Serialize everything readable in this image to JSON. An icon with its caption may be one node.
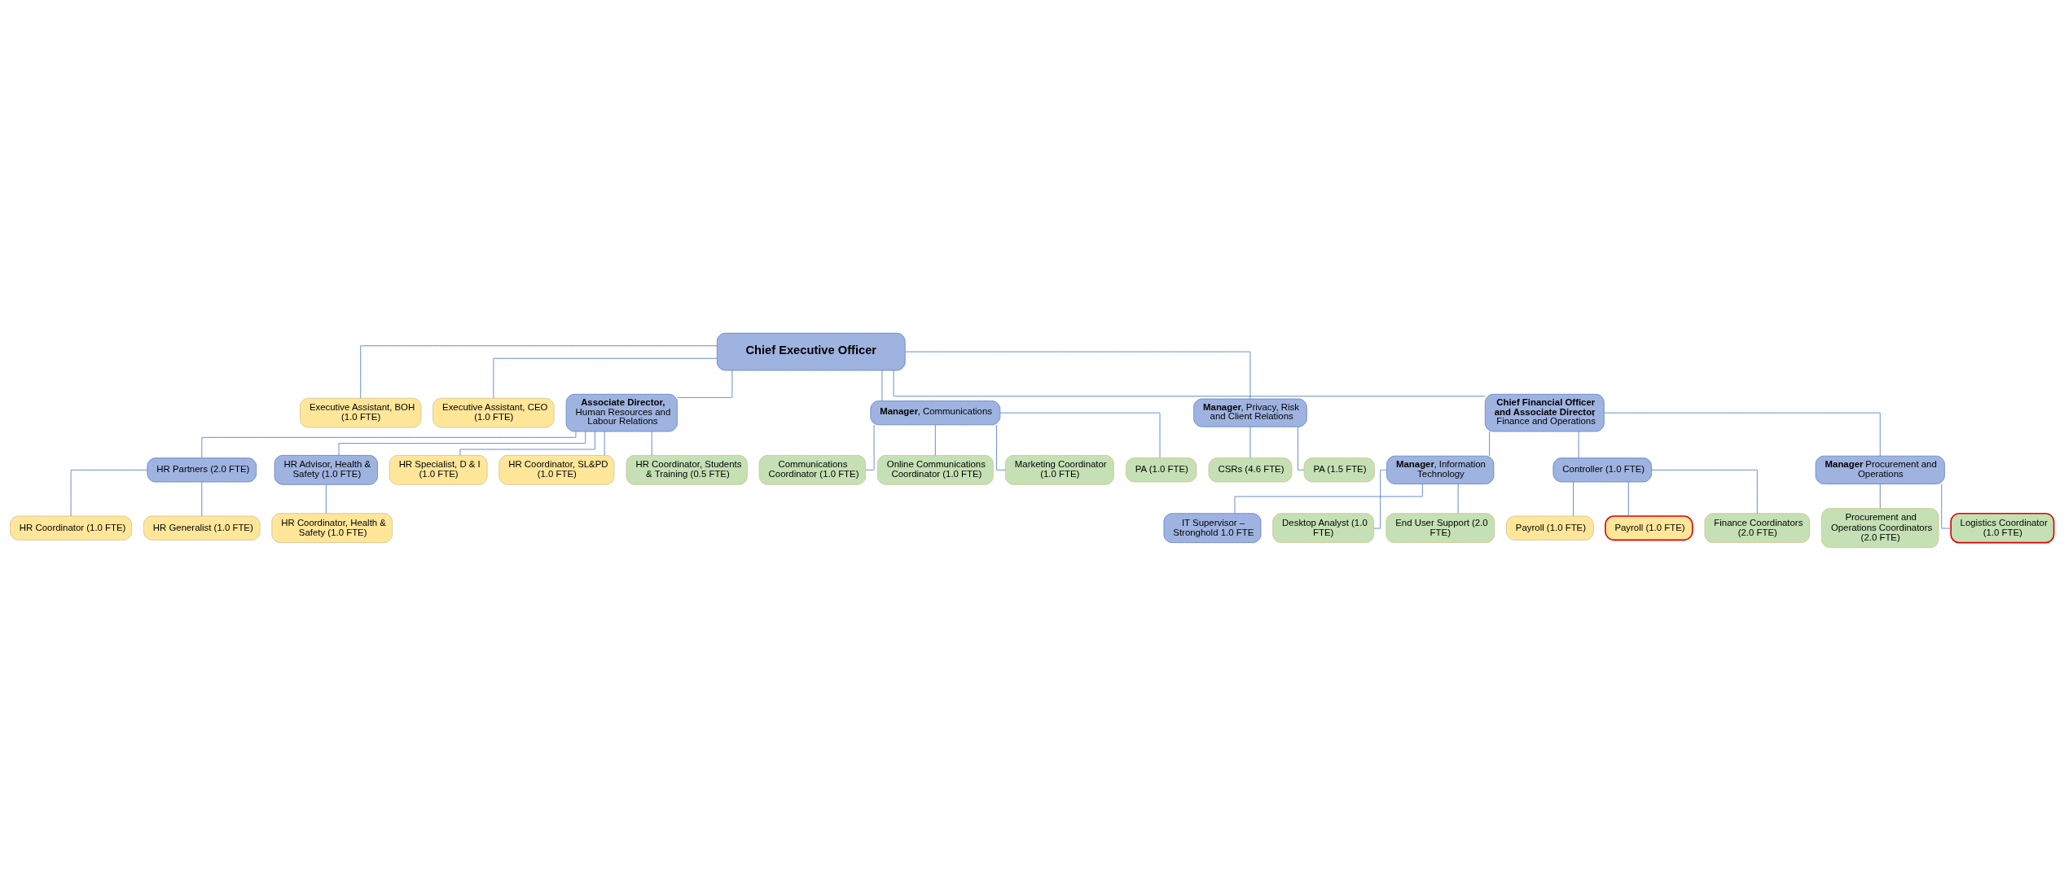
{
  "diagram": {
    "nodes": [
      {
        "text": [
          "Chief Executive Officer"
        ]
      },
      {
        "text": [
          "Executive Assistant, BOH (1.0 FTE)"
        ]
      },
      {
        "text": [
          "Executive Assistant, CEO (1.0 FTE)"
        ]
      },
      {
        "text": [
          "**Associate Director,** Human Resources and Labour Relations"
        ]
      },
      {
        "text": [
          "**Manager**, Communications"
        ]
      },
      {
        "text": [
          "**Manager**, Privacy, Risk and Client Relations"
        ]
      },
      {
        "text": [
          "**Chief Financial Officer and Associate Director**, Finance and Operations"
        ]
      },
      {
        "text": [
          "HR Partners (2.0 FTE)"
        ]
      },
      {
        "text": [
          "HR Advisor, Health & Safety (1.0 FTE)"
        ]
      },
      {
        "text": [
          "HR Coordinator (1.0 FTE)"
        ]
      },
      {
        "text": [
          "HR Generalist (1.0 FTE)"
        ]
      },
      {
        "text": [
          "HR Coordinator, Health & Safety (1.0 FTE)"
        ]
      },
      {
        "text": [
          "HR Specialist, D & I (1.0 FTE)"
        ]
      },
      {
        "text": [
          "HR Coordinator, SL&PD (1.0 FTE)"
        ]
      },
      {
        "text": [
          "HR Coordinator, Students & Training (0.5 FTE)"
        ]
      },
      {
        "text": [
          "Communications Coordinator (1.0 FTE)"
        ]
      },
      {
        "text": [
          "Online Communications Coordinator (1.0 FTE)"
        ]
      },
      {
        "text": [
          "Marketing Coordinator (1.0 FTE)"
        ]
      },
      {
        "text": [
          "PA (1.0 FTE)"
        ]
      },
      {
        "text": [
          "CSRs (4.6 FTE)"
        ]
      },
      {
        "text": [
          "PA (1.5 FTE)"
        ]
      },
      {
        "text": [
          "**Manager**, Information Technology"
        ]
      },
      {
        "text": [
          "Controller (1.0 FTE)"
        ]
      },
      {
        "text": [
          "**Manager** Procurement and Operations"
        ]
      },
      {
        "text": [
          "IT Supervisor – Stronghold 1.0 FTE"
        ]
      },
      {
        "text": [
          "Desktop Analyst (1.0 FTE)"
        ]
      },
      {
        "text": [
          "End User Support (2.0 FTE)"
        ]
      },
      {
        "text": [
          "Payroll (1.0 FTE)"
        ]
      },
      {
        "text": [
          "Payroll (1.0 FTE)"
        ]
      },
      {
        "text": [
          "Finance Coordinators (2.0 FTE)"
        ]
      },
      {
        "text": [
          "Procurement and Operations Coordinators (2.0 FTE)"
        ]
      },
      {
        "text": [
          "Logistics Coordinator (1.0 FTE)"
        ]
      }
    ],
    "edges": [
      {
        "from": 0,
        "to": 1,
        "arrow": "none"
      },
      {
        "from": 0,
        "to": 2,
        "arrow": "none"
      },
      {
        "from": 0,
        "to": 3,
        "arrow": "none"
      },
      {
        "from": 0,
        "to": 4,
        "arrow": "none"
      },
      {
        "from": 0,
        "to": 5,
        "arrow": "none"
      },
      {
        "from": 0,
        "to": 6,
        "arrow": "none"
      },
      {
        "from": 3,
        "to": 7,
        "arrow": "none"
      },
      {
        "from": 3,
        "to": 8,
        "arrow": "none"
      },
      {
        "from": 7,
        "to": 9,
        "arrow": "none"
      },
      {
        "from": 7,
        "to": 10,
        "arrow": "none"
      },
      {
        "from": 8,
        "to": 11,
        "arrow": "none"
      },
      {
        "from": 3,
        "to": 12,
        "arrow": "none"
      },
      {
        "from": 3,
        "to": 13,
        "arrow": "none"
      },
      {
        "from": 3,
        "to": 14,
        "arrow": "none"
      },
      {
        "from": 4,
        "to": 15,
        "arrow": "none"
      },
      {
        "from": 4,
        "to": 16,
        "arrow": "none"
      },
      {
        "from": 4,
        "to": 17,
        "arrow": "none"
      },
      {
        "from": 4,
        "to": 18,
        "arrow": "none"
      },
      {
        "from": 5,
        "to": 19,
        "arrow": "none"
      },
      {
        "from": 5,
        "to": 20,
        "arrow": "none"
      },
      {
        "from": 6,
        "to": 21,
        "arrow": "none"
      },
      {
        "from": 6,
        "to": 22,
        "arrow": "none"
      },
      {
        "from": 6,
        "to": 23,
        "arrow": "none"
      },
      {
        "from": 21,
        "to": 24,
        "arrow": "none"
      },
      {
        "from": 21,
        "to": 25,
        "arrow": "none"
      },
      {
        "from": 21,
        "to": 26,
        "arrow": "none"
      },
      {
        "from": 22,
        "to": 27,
        "arrow": "none"
      },
      {
        "from": 22,
        "to": 28,
        "arrow": "none"
      },
      {
        "from": 22,
        "to": 29,
        "arrow": "none"
      },
      {
        "from": 23,
        "to": 30,
        "arrow": "none"
      },
      {
        "from": 23,
        "to": 31,
        "arrow": "none"
      }
    ]
  }
}
